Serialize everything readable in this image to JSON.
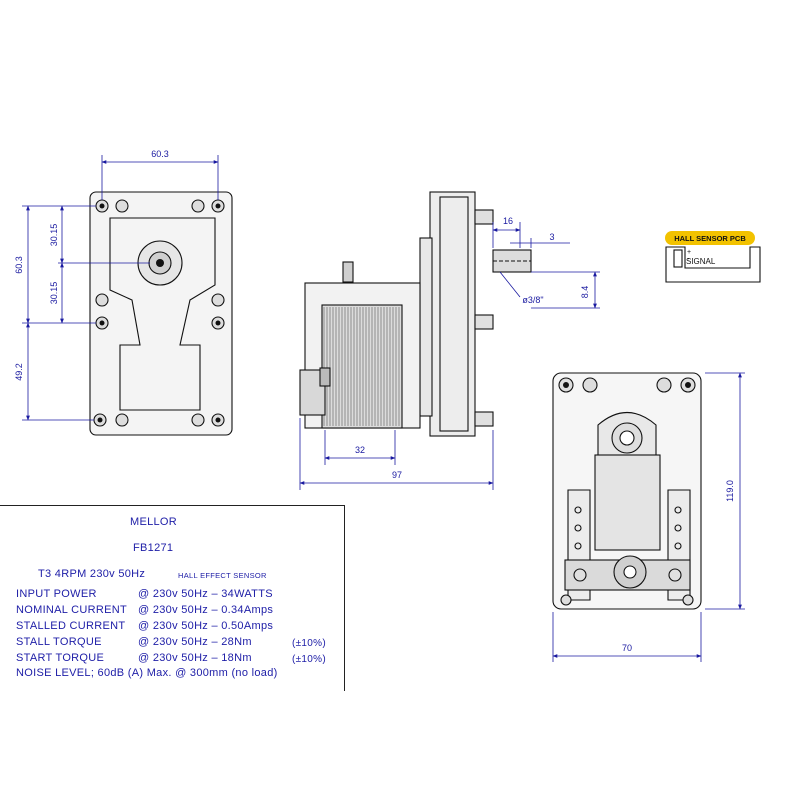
{
  "diagram": {
    "hall_pcb": {
      "label": "HALL SENSOR PCB",
      "plus": "+",
      "minus": "-",
      "signal": "SIGNAL",
      "badge_color": "#f2c200"
    },
    "front_view": {
      "width_dim": "60.3",
      "height_dim": "60.3",
      "upper_dim": "30.15",
      "lower_dim": "30.15",
      "bottom_dim": "49.2"
    },
    "side_view": {
      "dim_16": "16",
      "dim_3": "3",
      "shaft_dia": "ø3/8\"",
      "dim_8_4": "8.4",
      "dim_32": "32",
      "dim_97": "97"
    },
    "rear_view": {
      "dim_119": "119.0",
      "dim_70": "70"
    }
  },
  "spec": {
    "maker": "MELLOR",
    "model": "FB1271",
    "headline": "T3 4RPM 230v 50Hz",
    "headline_note": "HALL EFFECT SENSOR",
    "rows": [
      {
        "label": "INPUT POWER",
        "value": "@ 230v 50Hz – 34WATTS",
        "tol": ""
      },
      {
        "label": "NOMINAL CURRENT",
        "value": "@ 230v 50Hz – 0.34Amps",
        "tol": ""
      },
      {
        "label": "STALLED CURRENT",
        "value": "@ 230v 50Hz – 0.50Amps",
        "tol": ""
      },
      {
        "label": "STALL TORQUE",
        "value": "@ 230v 50Hz – 28Nm",
        "tol": "(±10%)"
      },
      {
        "label": "START TORQUE",
        "value": "@ 230v 50Hz – 18Nm",
        "tol": "(±10%)"
      }
    ],
    "noise": "NOISE LEVEL; 60dB (A) Max. @ 300mm (no load)"
  }
}
